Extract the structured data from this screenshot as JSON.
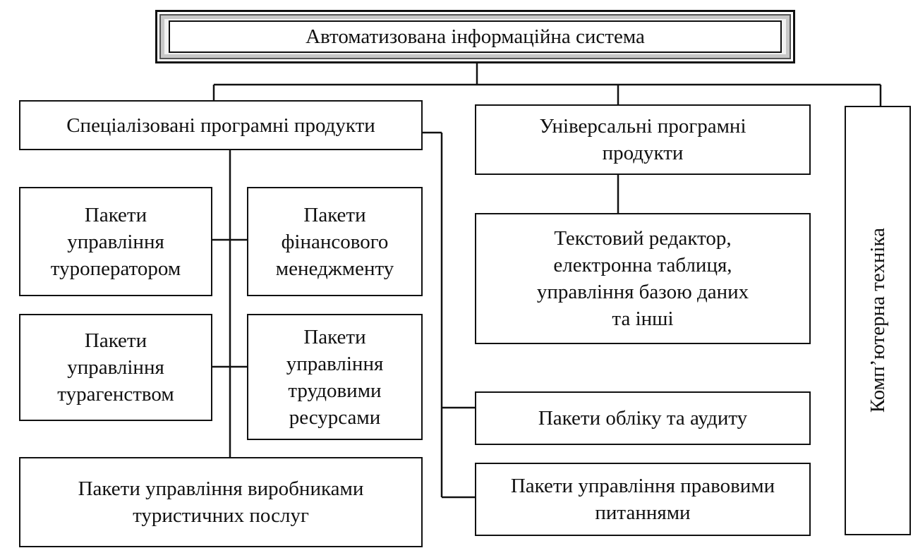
{
  "diagram": {
    "root": "Автоматизована інформаційна система",
    "specialized": "Спеціалізовані програмні продукти",
    "universal": "Універсальні програмні\nпродукти",
    "computer": "Комп’ютерна техніка",
    "tour_operator": "Пакети\nуправління\nтуроператором",
    "financial": "Пакети\nфінансового\nменеджменту",
    "travel_agency": "Пакети\nуправління\nтурагенством",
    "hr": "Пакети\nуправління\nтрудовими\nресурсами",
    "producers": "Пакети управління виробниками\nтуристичних послуг",
    "office_apps": "Текстовий редактор,\nелектронна таблиця,\nуправління базою даних\nта інші",
    "accounting": "Пакети обліку та аудиту",
    "legal": "Пакети управління правовими\nпитаннями"
  }
}
